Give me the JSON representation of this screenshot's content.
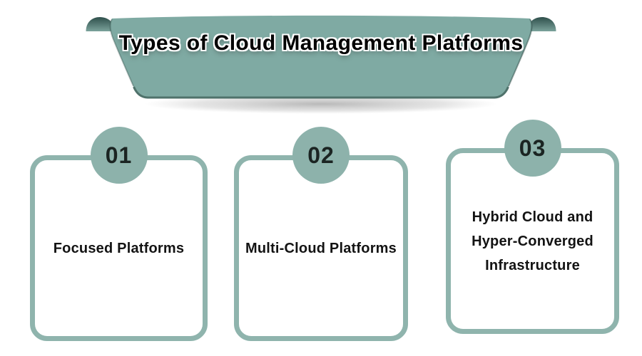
{
  "banner": {
    "title": "Types of Cloud Management Platforms"
  },
  "cards": [
    {
      "number": "01",
      "label": "Focused Platforms"
    },
    {
      "number": "02",
      "label": "Multi-Cloud Platforms"
    },
    {
      "number": "03",
      "label": "Hybrid Cloud and Hyper-Converged Infrastructure"
    }
  ],
  "colors": {
    "banner_fill": "#7FAAA3",
    "banner_curl_dark": "#2E4F4B",
    "banner_curl_light": "#7BA29B",
    "banner_edge": "#4F726B",
    "card_border": "#8FB4AD",
    "circle_fill": "#8DB2AB",
    "number_color": "#1B2422",
    "label_color": "#131313",
    "page_bg": "#FFFFFF"
  }
}
